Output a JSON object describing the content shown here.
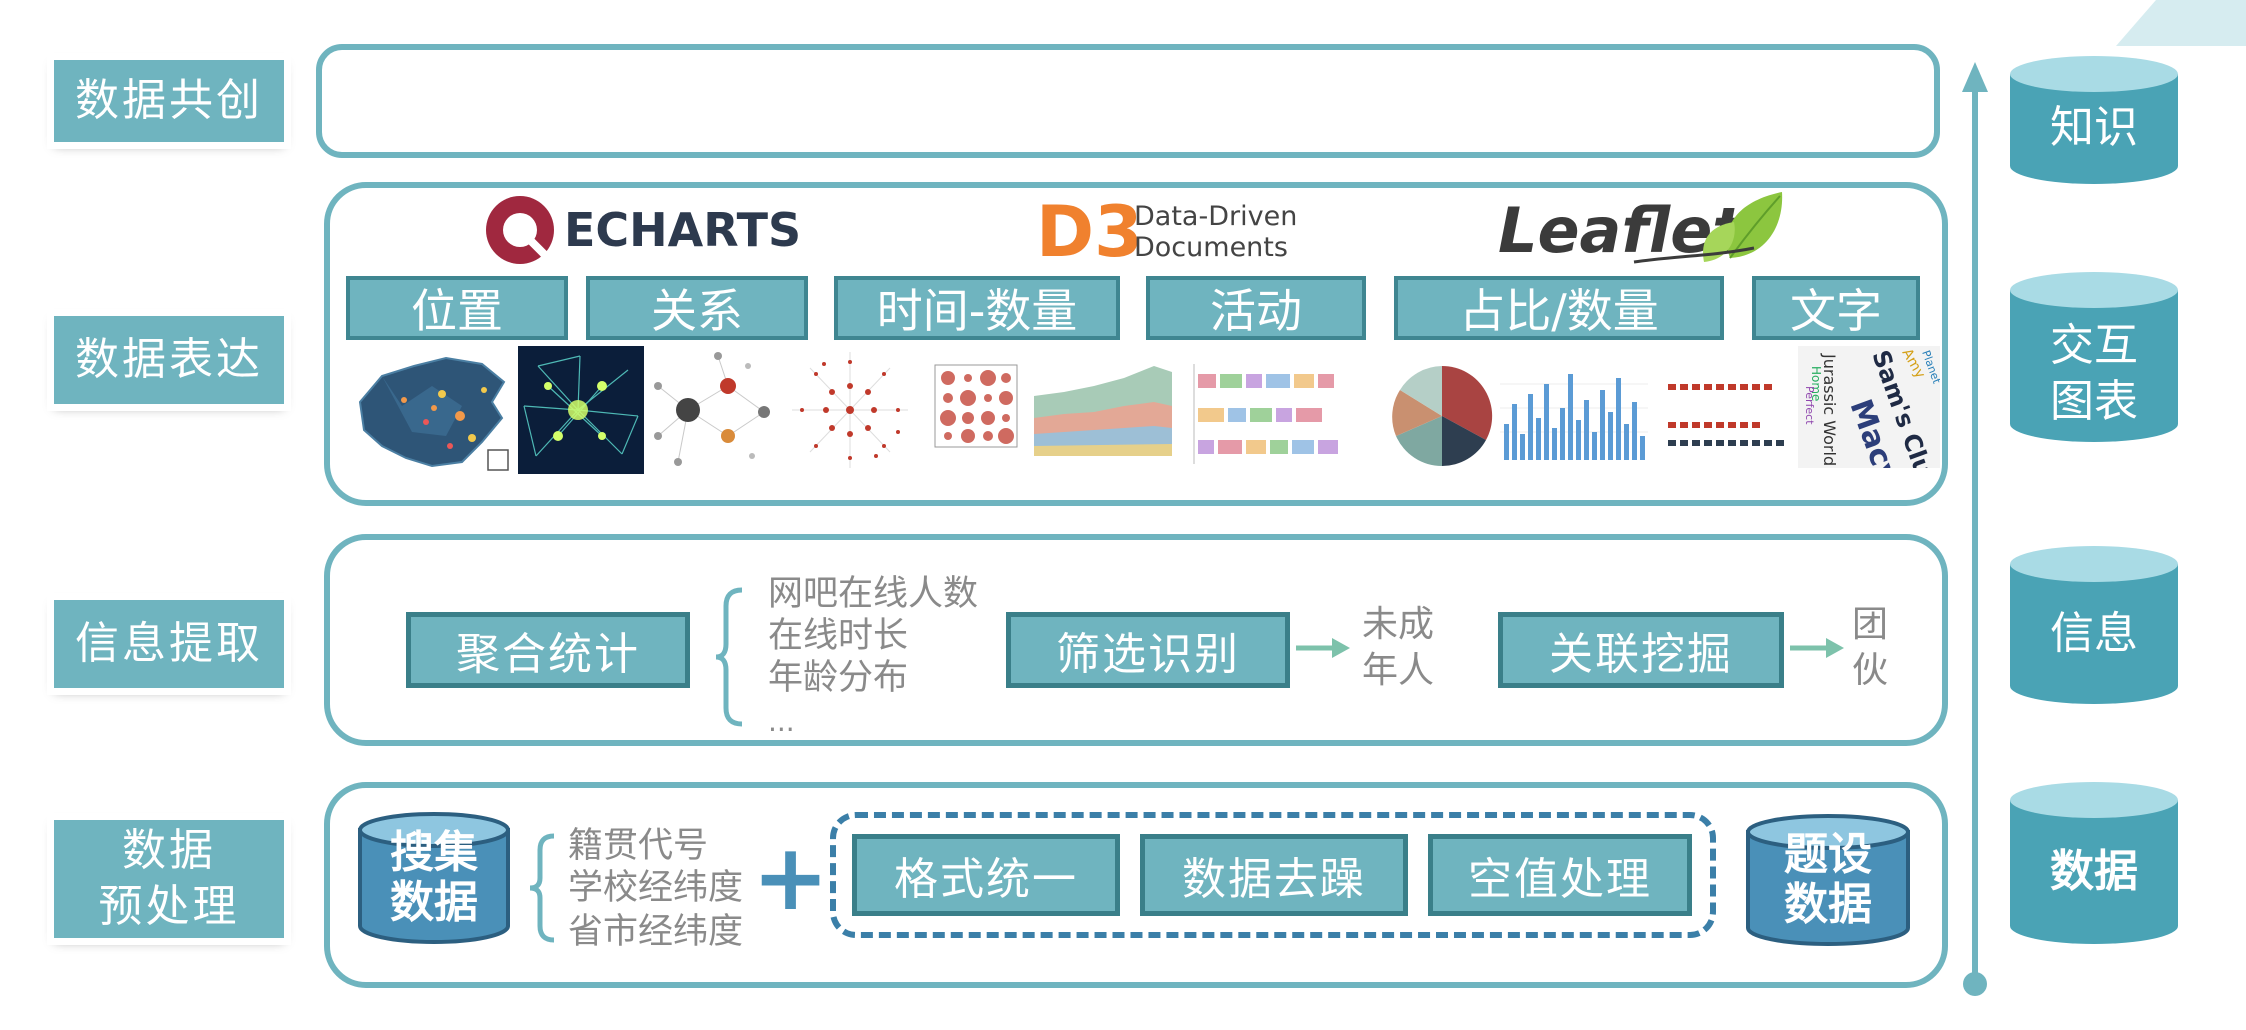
{
  "labels": {
    "cocreate": "数据共创",
    "express": "数据表达",
    "extract": "信息提取",
    "preprocess": "数据\n预处理"
  },
  "layers": {
    "knowledge": "知识",
    "chart": "交互\n图表",
    "info": "信息",
    "data": "数据"
  },
  "express": {
    "logos": {
      "echarts": "ECHARTS",
      "d3_big": "D3",
      "d3_line1": "Data-Driven",
      "d3_line2": "Documents",
      "leaflet": "Leaflet"
    },
    "categories": [
      "位置",
      "关系",
      "时间-数量",
      "活动",
      "占比/数量",
      "文字"
    ],
    "thumbnails": [
      "china-map",
      "network-graph",
      "force-graph",
      "radial-tree",
      "bubble-matrix",
      "stream-area",
      "gantt",
      "pie",
      "bar",
      "icon-array",
      "word-cloud"
    ],
    "wordcloud_words": [
      "Macys",
      "Sam's Club",
      "Jurassic World",
      "Amy",
      "Home",
      "Perfect",
      "Planet"
    ]
  },
  "extract": {
    "aggregate": "聚合统计",
    "aggregate_items": [
      "网吧在线人数",
      "在线时长",
      "年龄分布",
      "..."
    ],
    "filter": "筛选识别",
    "filter_result": "未成\n年人",
    "association": "关联挖掘",
    "association_result": "团\n伙"
  },
  "preprocess": {
    "collect": "搜集\n数据",
    "collect_items": [
      "籍贯代号",
      "学校经纬度",
      "省市经纬度"
    ],
    "plus": "+",
    "steps": [
      "格式统一",
      "数据去躁",
      "空值处理"
    ],
    "result": "题设\n数据"
  },
  "colors": {
    "accent": "#6fb4bf",
    "accent_dark": "#3a7f89",
    "db_blue": "#4a90b8",
    "echarts_red": "#a0283f",
    "d3_orange": "#f0812e",
    "leaf_green": "#8cc63f"
  }
}
